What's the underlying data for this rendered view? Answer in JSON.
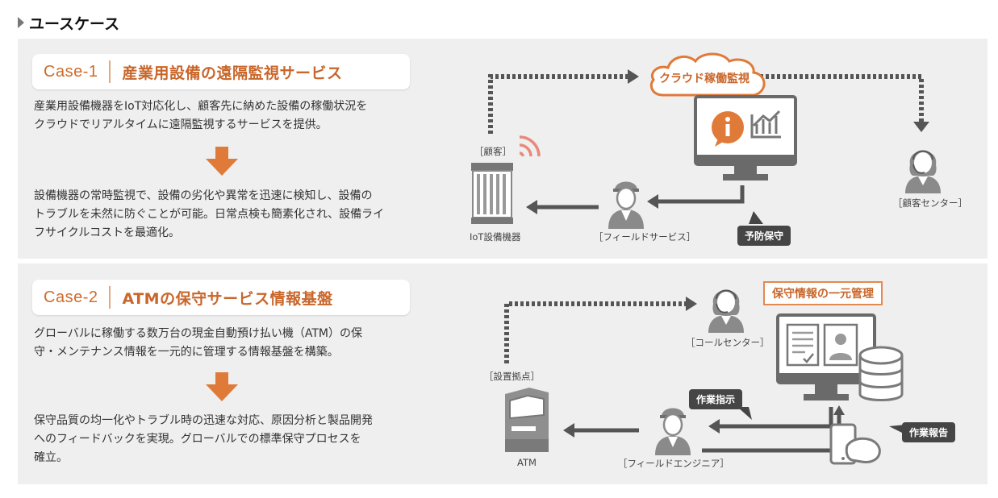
{
  "section": {
    "title": "ユースケース"
  },
  "case1": {
    "label": "Case-1",
    "title": "産業用設備の遠隔監視サービス",
    "desc1_line1": "産業用設備機器をIoT対応化し、顧客先に納めた設備の稼働状況を",
    "desc1_line2": "クラウドでリアルタイムに遠隔監視するサービスを提供。",
    "desc2_line1": "設備機器の常時監視で、設備の劣化や異常を迅速に検知し、設備の",
    "desc2_line2": "トラブルを未然に防ぐことが可能。日常点検も簡素化され、設備ライ",
    "desc2_line3": "フサイクルコストを最適化。",
    "diagram": {
      "cloud": "クラウド稼働監視",
      "customer": "［顧客］",
      "iot": "IoT設備機器",
      "field_service": "［フィールドサービス］",
      "center": "［顧客センター］",
      "preventive": "予防保守"
    }
  },
  "case2": {
    "label": "Case-2",
    "title": "ATMの保守サービス情報基盤",
    "desc1_line1": "グローバルに稼働する数万台の現金自動預け払い機（ATM）の保",
    "desc1_line2": "守・メンテナンス情報を一元的に管理する情報基盤を構築。",
    "desc2_line1": "保守品質の均一化やトラブル時の迅速な対応、原因分析と製品開発",
    "desc2_line2": "へのフィードバックを実現。グローバルでの標準保守プロセスを",
    "desc2_line3": "確立。",
    "diagram": {
      "management": "保守情報の一元管理",
      "call_center": "［コールセンター］",
      "site": "［設置拠点］",
      "atm": "ATM",
      "field_engineer": "［フィールドエンジニア］",
      "work_order": "作業指示",
      "work_report": "作業報告"
    }
  },
  "colors": {
    "accent": "#d06b2a",
    "panel": "#efefef",
    "dark": "#454545"
  }
}
